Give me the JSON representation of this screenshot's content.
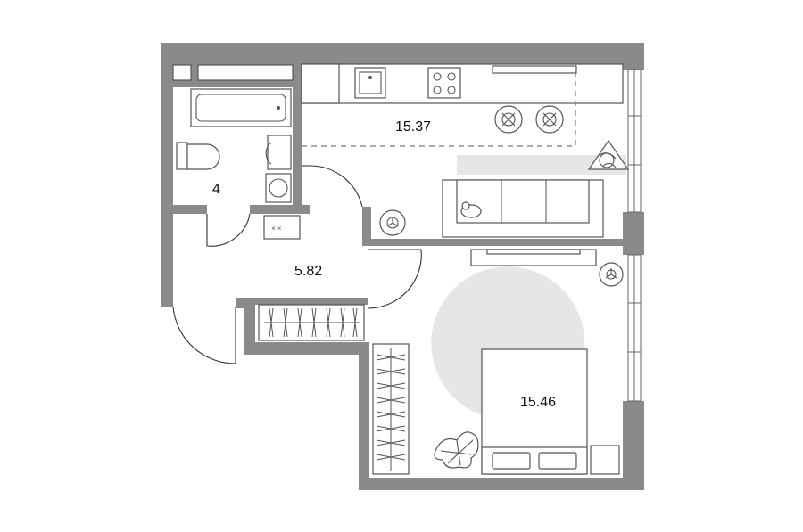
{
  "floor_plan": {
    "rooms": [
      {
        "id": "kitchen-living",
        "area": "15.37"
      },
      {
        "id": "bathroom",
        "area": "4"
      },
      {
        "id": "hallway",
        "area": "5.82"
      },
      {
        "id": "bedroom",
        "area": "15.46"
      }
    ]
  }
}
